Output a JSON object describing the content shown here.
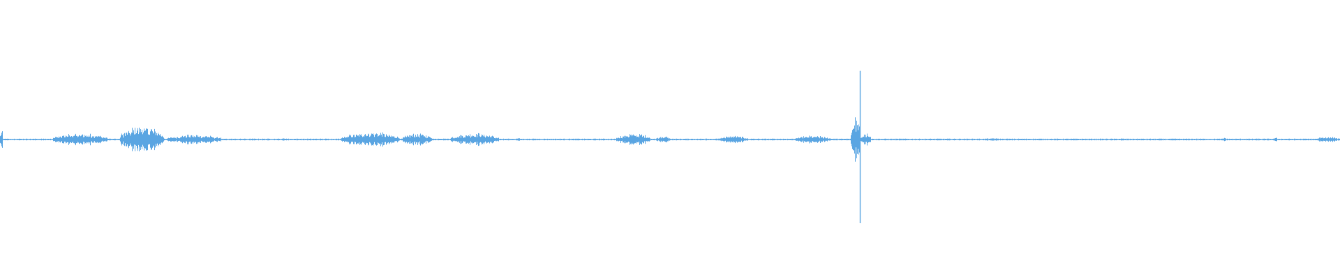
{
  "waveform": {
    "color": "#5aa5e2",
    "background": "#ffffff",
    "baseline_amplitude": 0.006,
    "segments": [
      {
        "start": 0.0,
        "end": 0.002,
        "peak": 0.1
      },
      {
        "start": 0.04,
        "end": 0.08,
        "peak": 0.05
      },
      {
        "start": 0.09,
        "end": 0.122,
        "peak": 0.11
      },
      {
        "start": 0.125,
        "end": 0.165,
        "peak": 0.04
      },
      {
        "start": 0.21,
        "end": 0.215,
        "peak": 0.01
      },
      {
        "start": 0.255,
        "end": 0.298,
        "peak": 0.06
      },
      {
        "start": 0.3,
        "end": 0.322,
        "peak": 0.05
      },
      {
        "start": 0.336,
        "end": 0.372,
        "peak": 0.05
      },
      {
        "start": 0.382,
        "end": 0.39,
        "peak": 0.01
      },
      {
        "start": 0.46,
        "end": 0.485,
        "peak": 0.05
      },
      {
        "start": 0.49,
        "end": 0.5,
        "peak": 0.03
      },
      {
        "start": 0.525,
        "end": 0.528,
        "peak": 0.01
      },
      {
        "start": 0.536,
        "end": 0.558,
        "peak": 0.03
      },
      {
        "start": 0.59,
        "end": 0.6,
        "peak": 0.01
      },
      {
        "start": 0.593,
        "end": 0.62,
        "peak": 0.03
      },
      {
        "start": 0.635,
        "end": 0.642,
        "peak": 0.2
      },
      {
        "start": 0.642,
        "end": 0.65,
        "peak": 0.05
      },
      {
        "start": 0.73,
        "end": 0.75,
        "peak": 0.01
      },
      {
        "start": 0.835,
        "end": 0.84,
        "peak": 0.01
      },
      {
        "start": 0.912,
        "end": 0.915,
        "peak": 0.02
      },
      {
        "start": 0.95,
        "end": 0.953,
        "peak": 0.02
      },
      {
        "start": 0.982,
        "end": 1.0,
        "peak": 0.025
      }
    ],
    "spikes": [
      {
        "position": 0.6418,
        "peak": 0.3
      }
    ]
  }
}
